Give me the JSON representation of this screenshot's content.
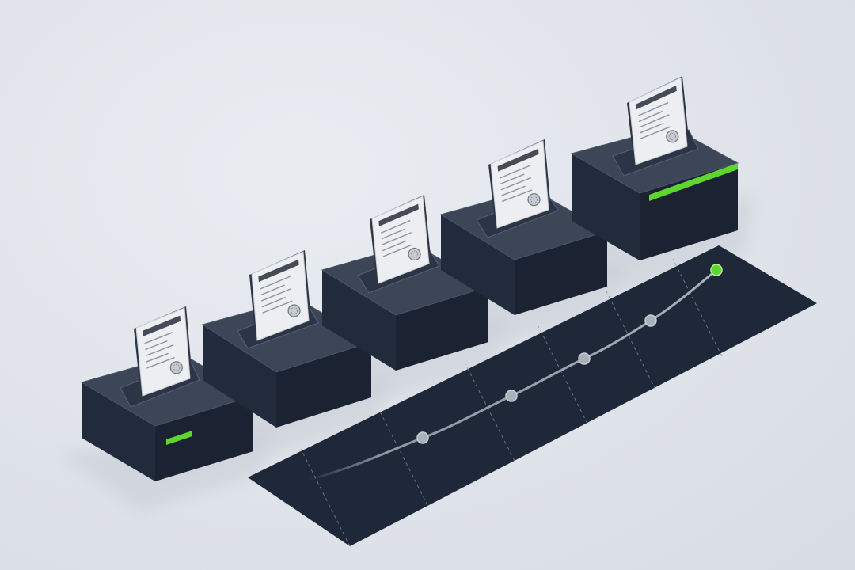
{
  "colors": {
    "background": "#e1e5eb",
    "block_top": "#3c4656",
    "block_left": "#222b3b",
    "block_right": "#1b2232",
    "block_edge": "#4a5567",
    "accent_green": "#5fd62f",
    "document_paper": "#eceef1",
    "document_header_bar": "#454c58",
    "document_line": "#8e949d",
    "timeline_surface": "#1f2838",
    "timeline_dashes": "#7d8796",
    "timeline_curve": "#9aa3ae",
    "timeline_node": "#a9b1bb",
    "shadow": "#c6ccd5"
  },
  "blocks": [
    {
      "id": "block-1",
      "has_green_tab": true
    },
    {
      "id": "block-2",
      "has_green_tab": false
    },
    {
      "id": "block-3",
      "has_green_tab": false
    },
    {
      "id": "block-4",
      "has_green_tab": false
    },
    {
      "id": "block-5",
      "has_green_tab": true
    }
  ],
  "documents": [
    {
      "id": "document-1",
      "icon": "certificate-document-icon",
      "seal": "seal-icon"
    },
    {
      "id": "document-2",
      "icon": "certificate-document-icon",
      "seal": "seal-icon"
    },
    {
      "id": "document-3",
      "icon": "certificate-document-icon",
      "seal": "seal-icon"
    },
    {
      "id": "document-4",
      "icon": "certificate-document-icon",
      "seal": "seal-icon"
    },
    {
      "id": "document-5",
      "icon": "certificate-document-icon",
      "seal": "seal-icon"
    }
  ],
  "timeline": {
    "node_count": 5,
    "final_node_highlight": true
  }
}
